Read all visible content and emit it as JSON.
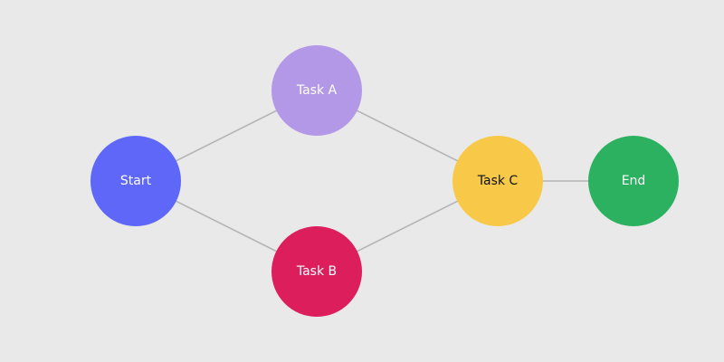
{
  "background": "#e9e9e9",
  "edge_color": "#b3b3b3",
  "nodes": [
    {
      "id": "start",
      "label": "Start",
      "color": "#5e67f8",
      "text_color": "#ffffff"
    },
    {
      "id": "task-a",
      "label": "Task A",
      "color": "#b398e8",
      "text_color": "#ffffff"
    },
    {
      "id": "task-b",
      "label": "Task B",
      "color": "#dc1e5c",
      "text_color": "#ffffff"
    },
    {
      "id": "task-c",
      "label": "Task C",
      "color": "#f8c948",
      "text_color": "#111111"
    },
    {
      "id": "end",
      "label": "End",
      "color": "#2cb161",
      "text_color": "#ffffff"
    }
  ],
  "edges": [
    {
      "from": "start",
      "to": "task-a"
    },
    {
      "from": "start",
      "to": "task-b"
    },
    {
      "from": "task-a",
      "to": "task-c"
    },
    {
      "from": "task-b",
      "to": "task-c"
    },
    {
      "from": "task-c",
      "to": "end"
    }
  ]
}
